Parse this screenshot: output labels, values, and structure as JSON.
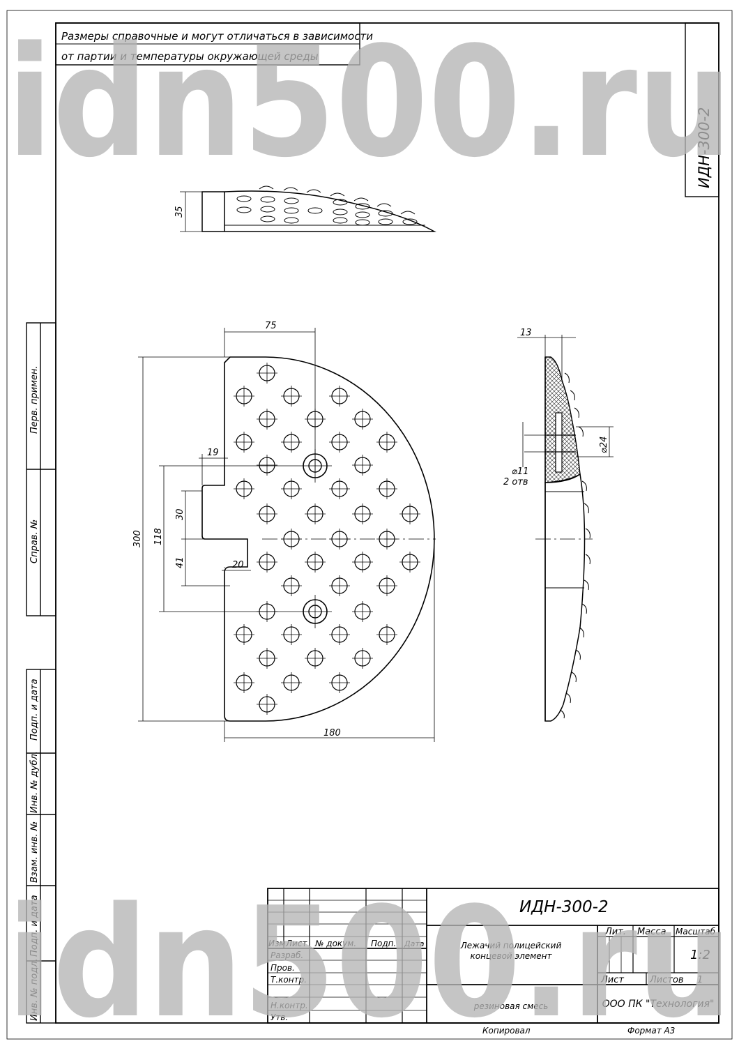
{
  "watermark": {
    "text": "idn500.ru"
  },
  "note": {
    "line1": "Размеры справочные и могут отличаться в зависимости",
    "line2": "от партии и температуры окружающей среды"
  },
  "corner_code": "ИДН-300-2",
  "left_margin_labels": {
    "perv_primen": "Перв. примен.",
    "sprav_no": "Справ. №",
    "podp_data_top": "Подп. и дата",
    "inv_dubl": "Инв. № дубл.",
    "vzam_inv": "Взам. инв. №",
    "podp_data_bottom": "Подп. и дата",
    "inv_podl": "Инв. № подл."
  },
  "dimensions": {
    "side_height": "35",
    "top_width": "75",
    "total_height": "300",
    "slot_span": "118",
    "notch_depth": "19",
    "slot_upper": "30",
    "slot_lower": "41",
    "step_depth": "20",
    "overall_width": "180",
    "section_thickness": "13",
    "bore_diameter": "⌀24",
    "hole_diameter": "⌀11",
    "hole_count": "2 отв"
  },
  "title_block": {
    "designation": "ИДН-300-2",
    "name_line1": "Лежачий полицейский",
    "name_line2": "концевой элемент",
    "material": "резиновая смесь",
    "organization": "ООО ПК \"Технология\"",
    "col_izm": "Изм",
    "col_list": "Лист",
    "col_doc": "№ докум.",
    "col_podp": "Подп.",
    "col_data": "Дата",
    "row_razrab": "Разраб.",
    "row_prov": "Пров.",
    "row_tkontr": "Т.контр.",
    "row_nkontr": "Н.контр.",
    "row_utv": "Утв.",
    "lit": "Лит.",
    "massa": "Масса",
    "masshtab": "Масштаб",
    "scale": "1:2",
    "list": "Лист",
    "listov": "Листов",
    "listov_value": "1"
  },
  "footer": {
    "kopiroval": "Копировал",
    "format": "Формат  А3"
  }
}
